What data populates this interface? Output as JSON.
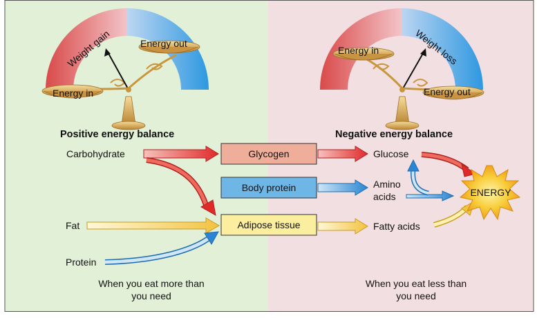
{
  "panels": {
    "left": {
      "heading": "Positive energy balance",
      "gauge": {
        "low_label": "Energy in",
        "high_label": "Energy out",
        "arc_label": "Weight gain"
      },
      "footnote": [
        "When you eat more than",
        "you need"
      ]
    },
    "right": {
      "heading": "Negative energy balance",
      "gauge": {
        "low_label": "Energy out",
        "high_label": "Energy in",
        "arc_label": "Weight loss"
      },
      "footnote": [
        "When you eat less than",
        "you need"
      ]
    }
  },
  "inputs": [
    "Carbohydrate",
    "Fat",
    "Protein"
  ],
  "stores": [
    "Glycogen",
    "Body protein",
    "Adipose tissue"
  ],
  "outputs": [
    "Glucose",
    "Amino",
    "acids",
    "Fatty acids"
  ],
  "energy_label": "ENERGY",
  "colors": {
    "left_bg": "#e2f0d8",
    "right_bg": "#f2dfe1",
    "red_arrow": "#e23b3b",
    "blue_arrow": "#3d8fd6",
    "yellow_arrow": "#f4d25a",
    "glycogen_box": "#eeae9a",
    "protein_box": "#6db6e6",
    "adipose_box": "#fbee9e",
    "energy_burst": "#f6c83a",
    "scale_gold": "#d9a54a"
  }
}
